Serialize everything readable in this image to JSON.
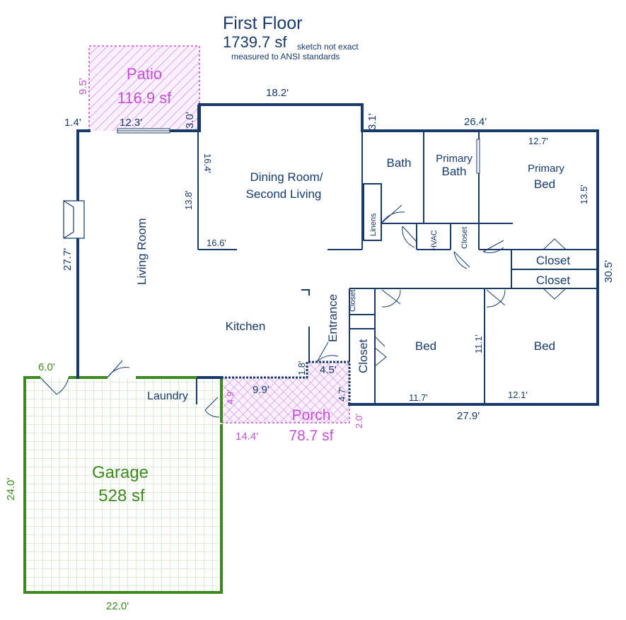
{
  "header": {
    "title": "First Floor",
    "total_area": "1739.7 sf",
    "note_line1": "sketch not exact",
    "note_line2": "measured to ANSI standards"
  },
  "colors": {
    "walls": "#173a6a",
    "garage": "#3c8a1e",
    "outdoor": "#c54fd6"
  },
  "rooms": {
    "patio": {
      "name": "Patio",
      "area": "116.9 sf"
    },
    "dining": {
      "line1": "Dining Room/",
      "line2": "Second Living"
    },
    "bath": "Bath",
    "primary_bath": {
      "line1": "Primary",
      "line2": "Bath"
    },
    "primary_bed": {
      "line1": "Primary",
      "line2": "Bed"
    },
    "linens": "Linens",
    "hvac": "HVAC",
    "closet_small": "Closet",
    "closet_top": "Closet",
    "closet_bottom": "Closet",
    "living": "Living Room",
    "kitchen": "Kitchen",
    "entrance": "Entrance",
    "closet_entry_small": "Closet",
    "closet_entry": "Closet",
    "bed1": "Bed",
    "bed2": "Bed",
    "laundry": "Laundry",
    "porch": {
      "name": "Porch",
      "area": "78.7 sf"
    },
    "garage": {
      "name": "Garage",
      "area": "528 sf"
    }
  },
  "dimensions": {
    "patio_height": "9.5'",
    "patio_left_step": "1.4'",
    "patio_width": "12.3'",
    "patio_right_step": "3.0'",
    "dining_top": "18.2'",
    "dining_right_step": "3.1'",
    "house_top_right": "26.4'",
    "primary_bed_width": "12.7'",
    "primary_bed_height": "13.5'",
    "dining_depth_a": "16.4'",
    "dining_depth_b": "13.8'",
    "dining_bottom": "16.6'",
    "house_left": "27.7'",
    "house_right": "30.5'",
    "bed2_height": "11.1'",
    "entry_step": "1.8'",
    "porch_inner_width": "4.5'",
    "porch_inner_height": "4.7'",
    "porch_left": "4.9'",
    "porch_top": "9.9'",
    "porch_bottom": "14.4'",
    "porch_right": "2.0'",
    "bed1_width": "11.7'",
    "bed2_width": "12.1'",
    "house_bottom": "27.9'",
    "garage_top_left": "6.0'",
    "garage_height": "24.0'",
    "garage_width": "22.0'"
  }
}
